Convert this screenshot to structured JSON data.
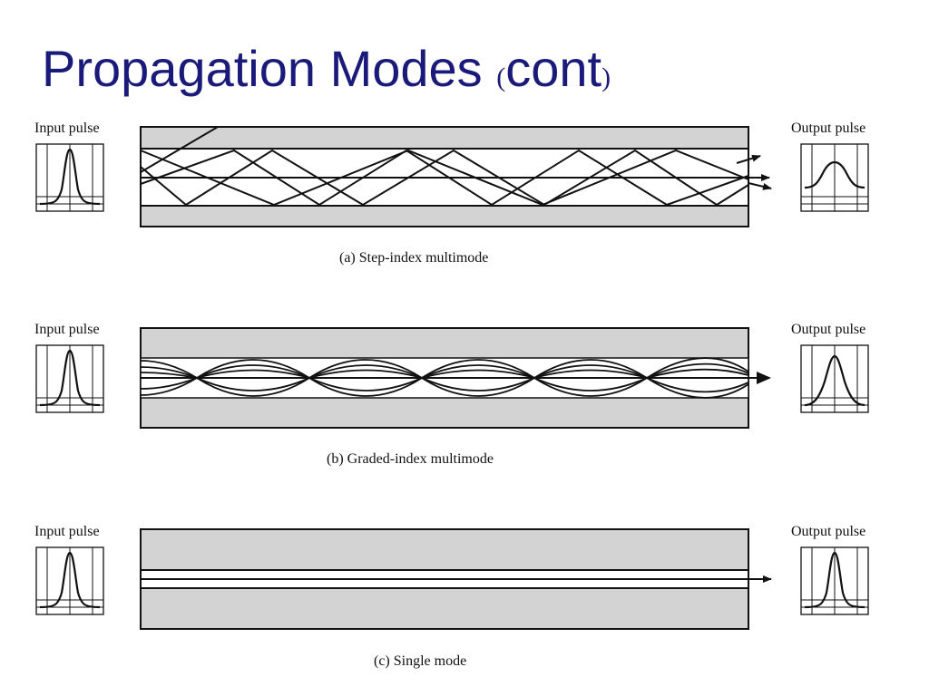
{
  "slide": {
    "title": "Propagation Modes",
    "title_open_paren": "(",
    "title_suffix": "cont",
    "title_close_paren": ")"
  },
  "panels": [
    {
      "input_label": "Input pulse",
      "output_label": "Output pulse",
      "caption": "(a) Step-index multimode"
    },
    {
      "input_label": "Input pulse",
      "output_label": "Output pulse",
      "caption": "(b) Graded-index multimode"
    },
    {
      "input_label": "Input pulse",
      "output_label": "Output pulse",
      "caption": "(c) Single mode"
    }
  ],
  "colors": {
    "title": "#1a1a7a",
    "cladding": "#d3d3d3",
    "line": "#111111"
  }
}
